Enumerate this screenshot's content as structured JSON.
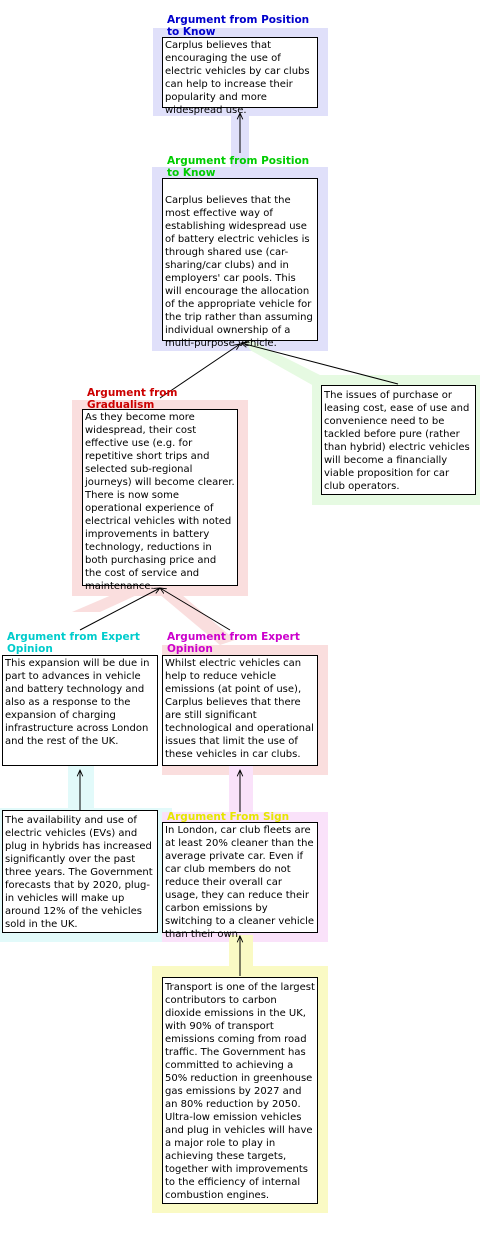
{
  "colors": {
    "blue": "#e0e0fa",
    "green": "#e6fae2",
    "red": "#fadede",
    "cyan": "#e2fafa",
    "magenta": "#fae2fa",
    "yellow": "#fafac4",
    "scheme_blue": "#0000cc",
    "scheme_green": "#00cc00",
    "scheme_red": "#cc0000",
    "scheme_cyan": "#00cccc",
    "scheme_magenta": "#cc00cc",
    "scheme_yellow": "#e6e600"
  },
  "schemes": {
    "top": "Argument from Position to Know",
    "second": "Argument from Position to Know",
    "gradualism": "Argument from Gradualism",
    "expert_left": "Argument from Expert Opinion",
    "expert_right": "Argument from Expert Opinion",
    "sign": "Argument From Sign"
  },
  "nodes": {
    "top": "Carplus believes that encouraging the use of electric vehicles by car clubs can help to increase their popularity and more widespread use.",
    "second": "Carplus believes that the most effective way of establishing widespread use of battery electric vehicles is through shared use (car-sharing/car clubs) and in employers' car pools. This will encourage the allocation of the appropriate vehicle for the trip rather than assuming individual ownership of a multi-purpose vehicle.",
    "issues": "The issues of purchase or leasing cost, ease of use and convenience need to be tackled before pure (rather than hybrid) electric vehicles will become a financially viable proposition for car club operators.",
    "gradualism": "As they become more widespread, their cost effective use (e.g. for repetitive short trips and selected sub-regional journeys) will become clearer. There is now some operational experience of electrical vehicles with noted improvements in battery technology, reductions in both purchasing price and the cost of service and maintenance.",
    "expansion": "This expansion will be due in part to advances in vehicle and battery technology and also as a response to the expansion of charging infrastructure across London and the rest of the UK.",
    "whilst": "Whilst electric vehicles can help to reduce vehicle emissions (at point of use), Carplus believes that there are still significant technological and operational issues that limit the use of these vehicles in car clubs.",
    "availability": "The availability and use of electric vehicles (EVs) and plug in hybrids has increased significantly over the past three years. The Government forecasts that by 2020, plug-in vehicles will make up around 12% of the vehicles sold in the UK.",
    "london": "In London, car club fleets are at least 20% cleaner than the average private car. Even if car club members do not reduce their overall car usage, they can reduce their carbon emissions by switching to a cleaner vehicle than their own.",
    "transport": "Transport is one of the largest contributors to carbon dioxide emissions in the UK, with 90% of transport emissions coming from road traffic. The Government has committed to achieving a 50% reduction in greenhouse gas emissions by 2027 and an 80% reduction by 2050. Ultra-low emission vehicles and plug in vehicles will have a major role to play in achieving these targets, together with improvements to the efficiency of internal combustion engines."
  }
}
